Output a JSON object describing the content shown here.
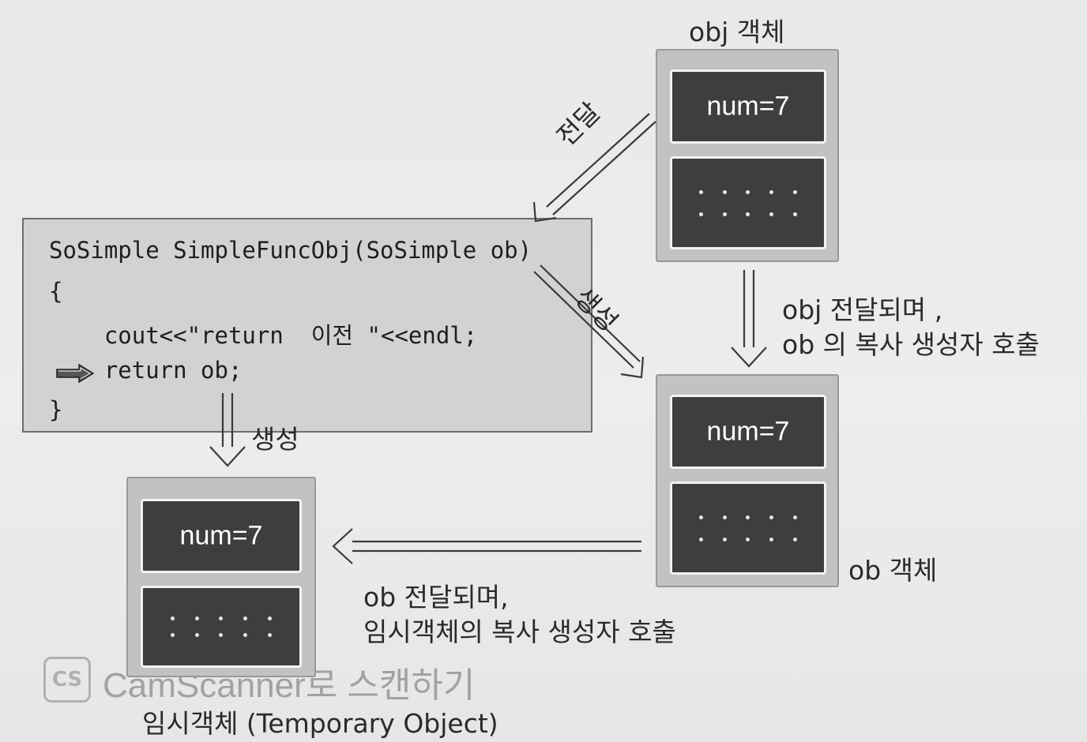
{
  "labels": {
    "obj_object": "obj 객체",
    "ob_object": "ob 객체",
    "temp_object": "임시객체 (Temporary Object)",
    "pass": "전달",
    "create_top": "생성",
    "create_bottom": "생성",
    "obj_pass_line1": "obj 전달되며 ,",
    "obj_pass_line2": "ob 의 복사 생성자 호출",
    "ob_pass_line1": "ob 전달되며,",
    "ob_pass_line2": "임시객체의 복사 생성자 호출"
  },
  "code": [
    "SoSimple SimpleFuncObj(SoSimple ob)",
    "{",
    "    cout<<\"return  이전 \"<<endl;",
    "    return ob;",
    "}"
  ],
  "objects": {
    "obj": {
      "field": "num=7"
    },
    "ob": {
      "field": "num=7"
    },
    "temp": {
      "field": "num=7"
    }
  },
  "watermark": {
    "logo": "CS",
    "text": "CamScanner로 스캔하기"
  }
}
